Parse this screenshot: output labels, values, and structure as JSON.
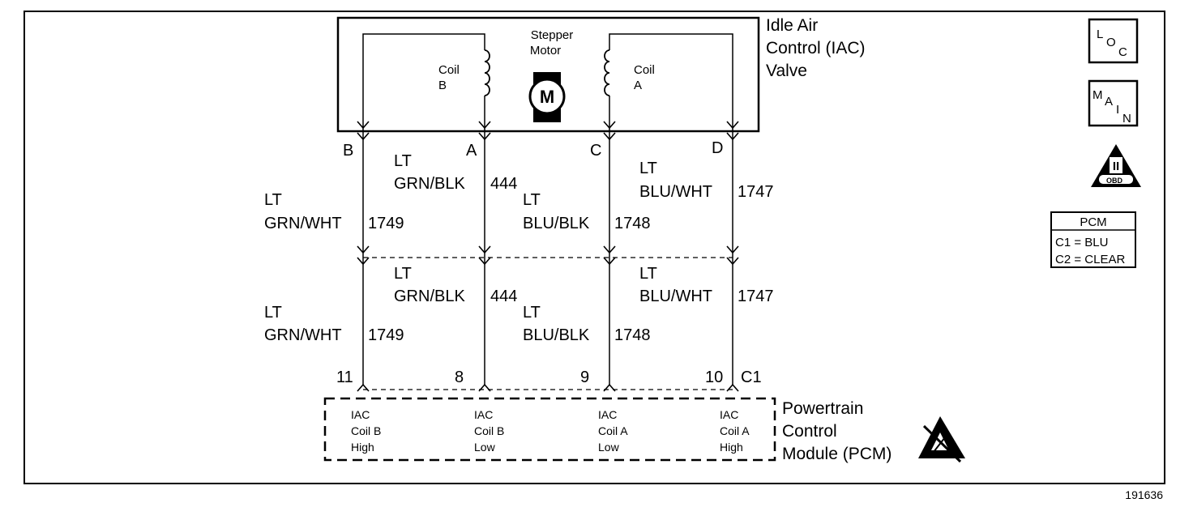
{
  "iac_valve": {
    "title_lines": [
      "Idle Air",
      "Control (IAC)",
      "Valve"
    ],
    "stepper_lines": [
      "Stepper",
      "Motor"
    ],
    "motor_symbol": "M",
    "coil_b_lines": [
      "Coil",
      "B"
    ],
    "coil_a_lines": [
      "Coil",
      "A"
    ]
  },
  "valve_pins": [
    "B",
    "A",
    "C",
    "D"
  ],
  "wires": [
    {
      "color_line1": "LT",
      "color_line2": "GRN/WHT",
      "circuit": "1749"
    },
    {
      "color_line1": "LT",
      "color_line2": "GRN/BLK",
      "circuit": "444"
    },
    {
      "color_line1": "LT",
      "color_line2": "BLU/BLK",
      "circuit": "1748"
    },
    {
      "color_line1": "LT",
      "color_line2": "BLU/WHT",
      "circuit": "1747"
    }
  ],
  "pcm_pins": [
    "11",
    "8",
    "9",
    "10"
  ],
  "pcm_connector": "C1",
  "pcm": {
    "title_lines": [
      "Powertrain",
      "Control",
      "Module (PCM)"
    ],
    "terminals": [
      {
        "lines": [
          "IAC",
          "Coil B",
          "High"
        ]
      },
      {
        "lines": [
          "IAC",
          "Coil B",
          "Low"
        ]
      },
      {
        "lines": [
          "IAC",
          "Coil A",
          "Low"
        ]
      },
      {
        "lines": [
          "IAC",
          "Coil A",
          "High"
        ]
      }
    ]
  },
  "side_icons": {
    "loc": {
      "l": "L",
      "o": "O",
      "c": "C"
    },
    "main": {
      "m": "M",
      "a": "A",
      "i": "I",
      "n": "N"
    },
    "obd_roman": "II",
    "obd_text": "OBD",
    "obd_color": "#000000"
  },
  "pcm_legend": {
    "title": "PCM",
    "rows": [
      "C1 = BLU",
      "C2 = CLEAR"
    ]
  },
  "figure_number": "191636"
}
